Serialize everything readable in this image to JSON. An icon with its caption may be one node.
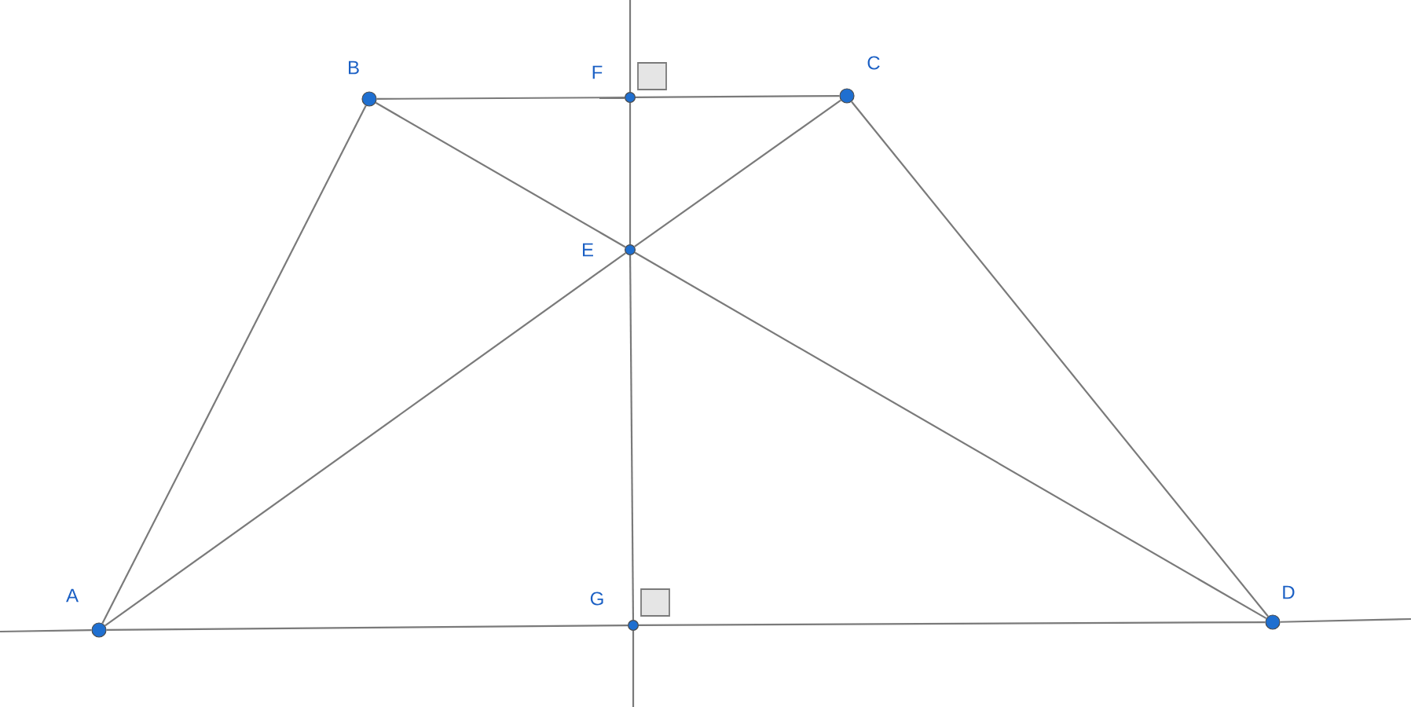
{
  "diagram": {
    "nodes": [
      {
        "text": [],
        "shape": "circle",
        "beside": [
          "A"
        ]
      },
      {
        "text": [],
        "shape": "circle",
        "beside": [
          "B"
        ]
      },
      {
        "text": [],
        "shape": "circle",
        "beside": [
          "C"
        ]
      },
      {
        "text": [],
        "shape": "circle",
        "beside": [
          "D"
        ]
      },
      {
        "text": [],
        "shape": "circle",
        "beside": [
          "E"
        ]
      },
      {
        "text": [],
        "shape": "circle",
        "beside": [
          "F"
        ]
      },
      {
        "text": [],
        "shape": "circle",
        "beside": [
          "G"
        ]
      }
    ],
    "edges": [
      {
        "from": 0,
        "to": 1,
        "arrow": "none"
      },
      {
        "from": 1,
        "to": 5,
        "arrow": "none"
      },
      {
        "from": 5,
        "to": 2,
        "arrow": "none"
      },
      {
        "from": 2,
        "to": 3,
        "arrow": "none"
      },
      {
        "from": 0,
        "to": 6,
        "arrow": "none"
      },
      {
        "from": 6,
        "to": 3,
        "arrow": "none"
      },
      {
        "from": 0,
        "to": 4,
        "arrow": "none"
      },
      {
        "from": 4,
        "to": 2,
        "arrow": "none"
      },
      {
        "from": 1,
        "to": 4,
        "arrow": "none"
      },
      {
        "from": 4,
        "to": 3,
        "arrow": "none"
      },
      {
        "from": 5,
        "to": 4,
        "arrow": "none"
      },
      {
        "from": 4,
        "to": 6,
        "arrow": "none"
      },
      {
        "from": null,
        "to": 5,
        "arrow": "none"
      },
      {
        "from": 6,
        "to": null,
        "arrow": "none"
      },
      {
        "from": null,
        "to": 0,
        "arrow": "none"
      },
      {
        "from": 3,
        "to": null,
        "arrow": "none"
      }
    ]
  }
}
